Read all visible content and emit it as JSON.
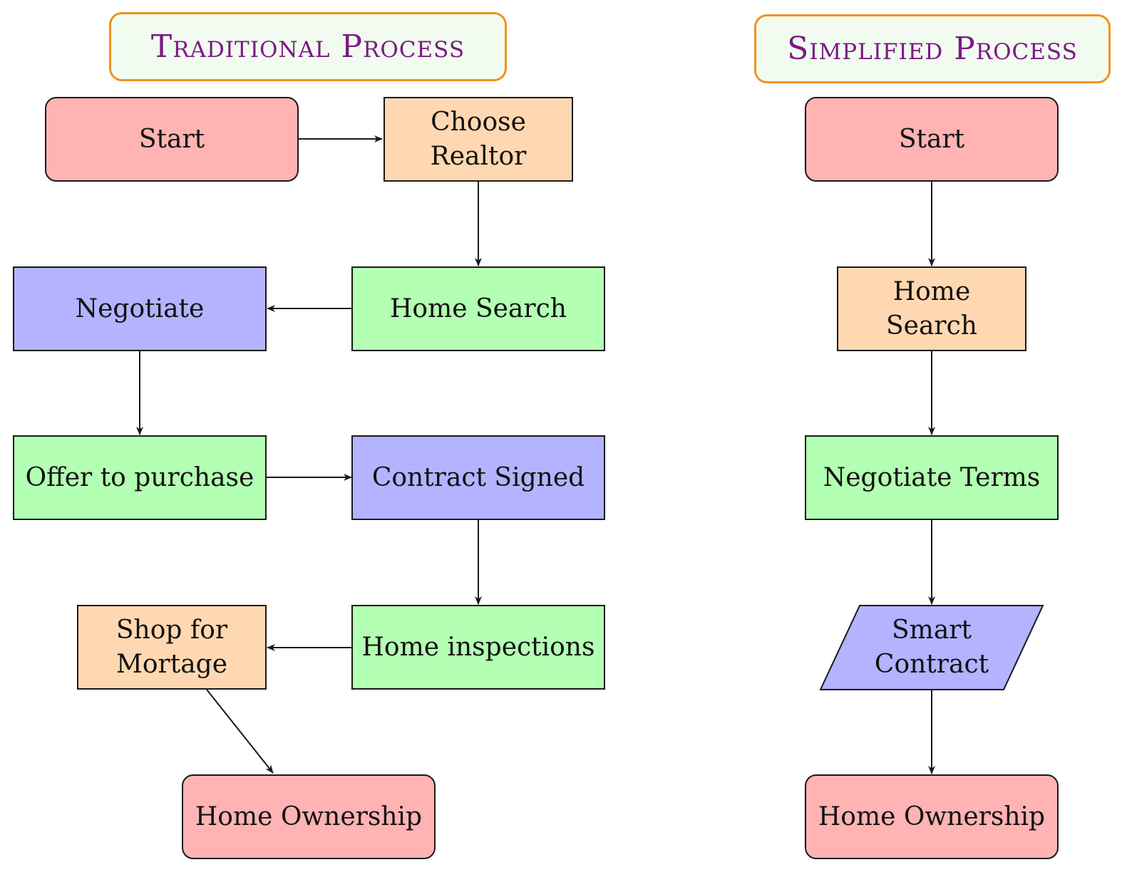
{
  "colors": {
    "red": "#ffb3b3",
    "orange": "#ffd8b1",
    "green": "#b3ffb3",
    "blue": "#b3b3ff",
    "title_border": "#f0921e",
    "title_fill": "#f1fbf0",
    "title_text": "#7b1a82"
  },
  "traditional": {
    "title": "Traditional Process",
    "start": "Start",
    "choose_realtor": "Choose\nRealtor",
    "home_search": "Home Search",
    "negotiate": "Negotiate",
    "offer": "Offer to purchase",
    "contract_signed": "Contract Signed",
    "home_inspections": "Home inspections",
    "shop_mortgage": "Shop for\nMortage",
    "home_ownership": "Home Ownership"
  },
  "simplified": {
    "title": "Simplified Process",
    "start": "Start",
    "home_search": "Home\nSearch",
    "negotiate_terms": "Negotiate Terms",
    "smart_contract": "Smart\nContract",
    "home_ownership": "Home Ownership"
  }
}
